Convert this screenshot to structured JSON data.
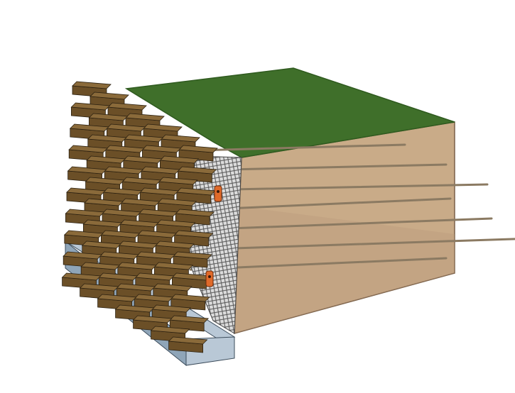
{
  "figure": {
    "subject": "segmental-retaining-wall-cross-section",
    "colors": {
      "background": "#ffffff",
      "grass_top": "#3f6f2a",
      "grass_edge": "#2f5a1f",
      "soil_face": "#c9ab88",
      "soil_face_shade": "#b8977a",
      "soil_top_line": "#d8c0a2",
      "block_top": "#8a6a3a",
      "block_front": "#6b4f27",
      "block_side": "#5a421f",
      "block_outline": "#2b2010",
      "gravel_fill": "#dcdcdc",
      "gravel_mesh": "#555555",
      "reinforcement": "#8b7a62",
      "footing_top": "#b9c8d6",
      "footing_front": "#8fa5b8",
      "footing_outline": "#3b4b5a",
      "connector": "#e06a2a"
    },
    "wall_course_count": 10,
    "geogrid_layer_count": 7,
    "connector_count": 2
  }
}
